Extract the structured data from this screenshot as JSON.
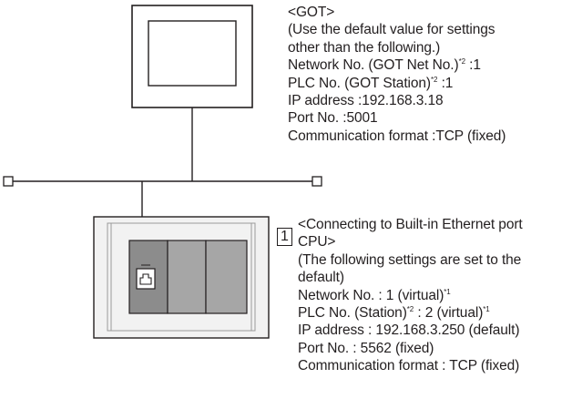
{
  "got": {
    "heading": "<GOT>",
    "line1": "(Use the default value for settings",
    "line2": "other than the following.)",
    "network_label": "Network No. (GOT Net No.)",
    "network_note": "*2",
    "network_value": " :1",
    "plc_label": "PLC No. (GOT Station)",
    "plc_note": "*2",
    "plc_value": " :1",
    "ip": "IP address :192.168.3.18",
    "port": "Port No. :5001",
    "format": "Communication format :TCP (fixed)"
  },
  "plc": {
    "badge": "1",
    "heading1": "<Connecting to Built-in Ethernet port",
    "heading2": "CPU>",
    "note1": "(The following settings are set to the",
    "note2": "default)",
    "network_label": "Network No. : 1 (virtual)",
    "network_note": "*1",
    "station_label": "PLC No. (Station)",
    "station_note1": "*2",
    "station_mid": " : 2 (virtual)",
    "station_note2": "*1",
    "ip": "IP address : 192.168.3.250 (default)",
    "port": "Port No. : 5562 (fixed)",
    "format": "Communication format : TCP (fixed)"
  },
  "colors": {
    "line": "#231f20",
    "panel_dark": "#8c8c8c",
    "panel_mid": "#a6a6a6",
    "housing": "#f2f2f2"
  }
}
